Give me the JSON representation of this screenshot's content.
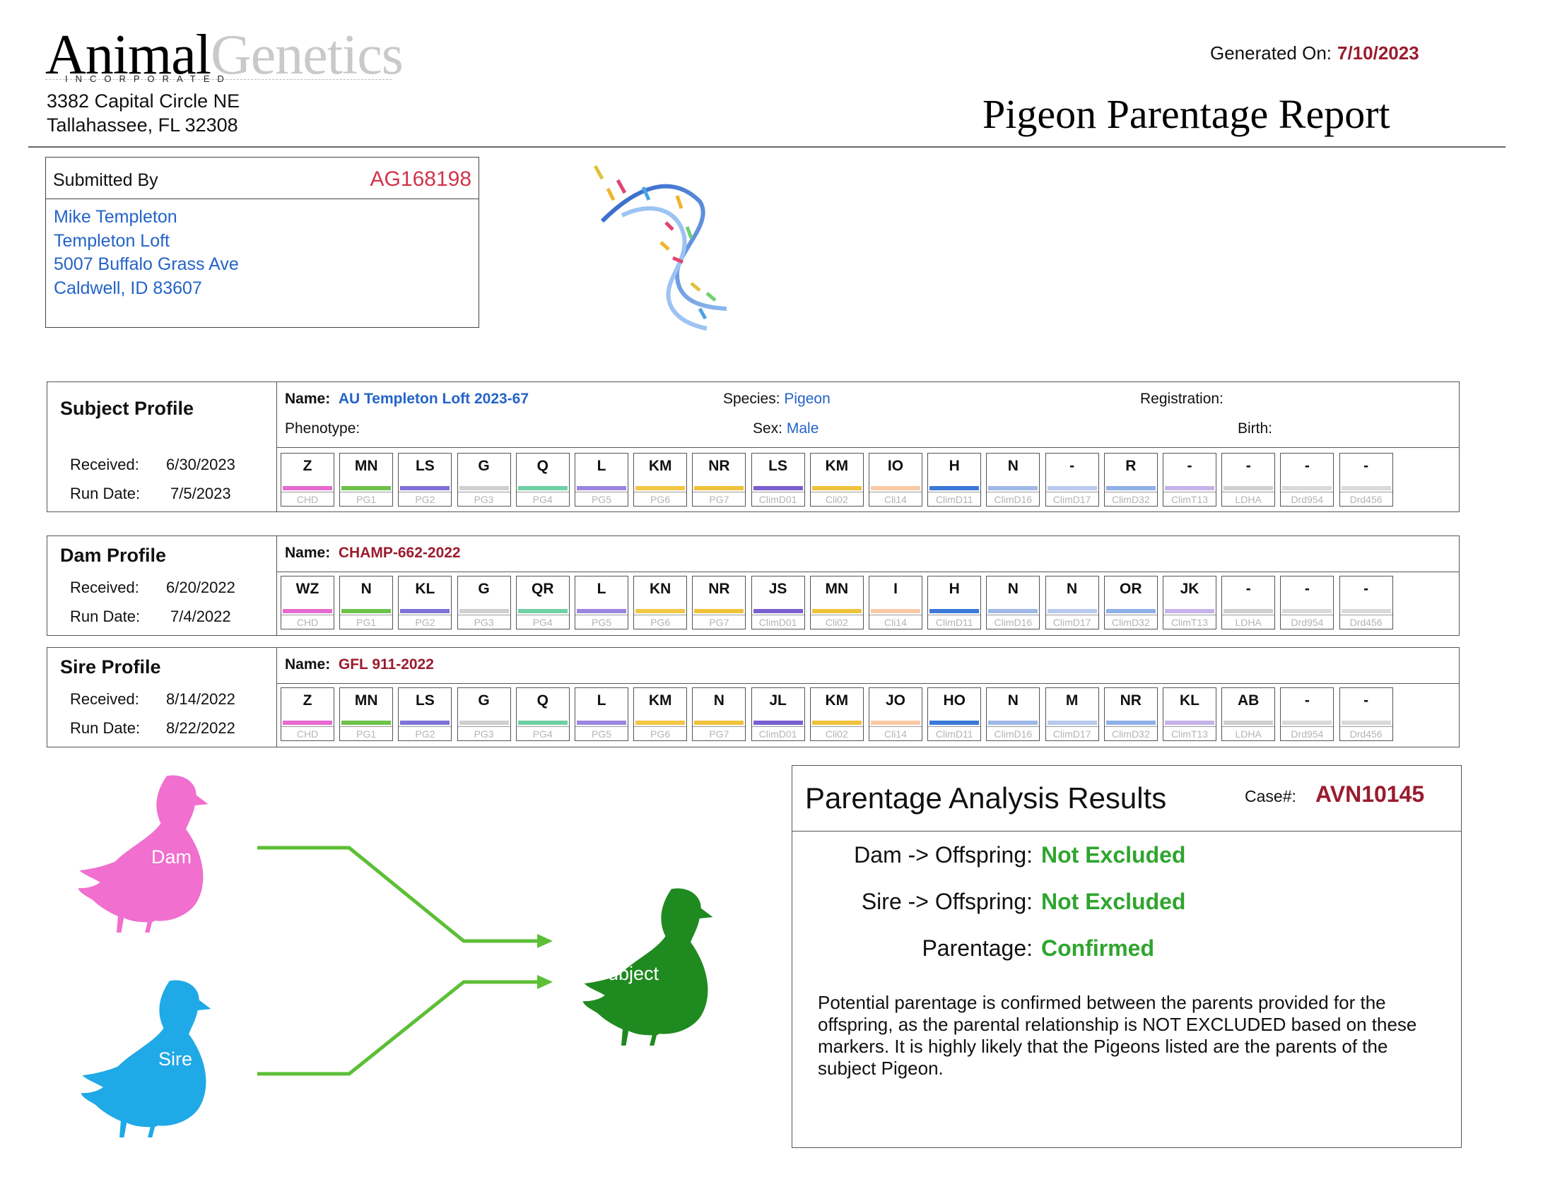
{
  "header": {
    "logo_main": "Animal",
    "logo_accent": "Genetics",
    "logo_sub": "INCORPORATED",
    "address_line1": "3382 Capital Circle NE",
    "address_line2": "Tallahassee, FL 32308",
    "generated_label": "Generated On:",
    "generated_date": "7/10/2023",
    "report_title": "Pigeon Parentage Report"
  },
  "submitted": {
    "label": "Submitted By",
    "id": "AG168198",
    "lines": [
      "Mike Templeton",
      "Templeton Loft",
      "5007 Buffalo Grass Ave",
      "Caldwell,  ID 83607"
    ]
  },
  "loci": [
    "CHD",
    "PG1",
    "PG2",
    "PG3",
    "PG4",
    "PG5",
    "PG6",
    "PG7",
    "ClimD01",
    "Cli02",
    "Cli14",
    "ClimD11",
    "ClimD16",
    "ClimD17",
    "ClimD32",
    "ClimT13",
    "LDHA",
    "Drd954",
    "Drd456"
  ],
  "subject": {
    "title": "Subject Profile",
    "name_label": "Name:",
    "name": "AU Templeton Loft 2023-67",
    "species_label": "Species:",
    "species": "Pigeon",
    "registration_label": "Registration:",
    "phenotype_label": "Phenotype:",
    "sex_label": "Sex:",
    "sex": "Male",
    "birth_label": "Birth:",
    "received_label": "Received:",
    "received": "6/30/2023",
    "run_label": "Run Date:",
    "run": "7/5/2023",
    "alleles": [
      "Z",
      "MN",
      "LS",
      "G",
      "Q",
      "L",
      "KM",
      "NR",
      "LS",
      "KM",
      "IO",
      "H",
      "N",
      "-",
      "R",
      "-",
      "-",
      "-",
      "-"
    ]
  },
  "dam": {
    "title": "Dam Profile",
    "name_label": "Name:",
    "name": "CHAMP-662-2022",
    "received_label": "Received:",
    "received": "6/20/2022",
    "run_label": "Run Date:",
    "run": "7/4/2022",
    "alleles": [
      "WZ",
      "N",
      "KL",
      "G",
      "QR",
      "L",
      "KN",
      "NR",
      "JS",
      "MN",
      "I",
      "H",
      "N",
      "N",
      "OR",
      "JK",
      "-",
      "-",
      "-"
    ]
  },
  "sire": {
    "title": "Sire Profile",
    "name_label": "Name:",
    "name": "GFL 911-2022",
    "received_label": "Received:",
    "received": "8/14/2022",
    "run_label": "Run Date:",
    "run": "8/22/2022",
    "alleles": [
      "Z",
      "MN",
      "LS",
      "G",
      "Q",
      "L",
      "KM",
      "N",
      "JL",
      "KM",
      "JO",
      "HO",
      "N",
      "M",
      "NR",
      "KL",
      "AB",
      "-",
      "-"
    ]
  },
  "locus_colors": [
    "#e66ad0",
    "#6cc24a",
    "#7f72d8",
    "#cfcfcf",
    "#6fd0a4",
    "#9a86e0",
    "#f2c744",
    "#f0c23b",
    "#7a5fd0",
    "#f0c23b",
    "#f9c9a6",
    "#3b78d8",
    "#9fb8e6",
    "#b9c8ee",
    "#8fb0e8",
    "#c5b3ea",
    "#cfcfcf",
    "#d9d9d9",
    "#d9d9d9"
  ],
  "diagram": {
    "dam_label": "Dam",
    "sire_label": "Sire",
    "subject_label": "Subject",
    "dam_color": "#f06fcf",
    "sire_color": "#1fa9e6",
    "subject_color": "#1f8a1f",
    "arrow_color": "#5cbf35"
  },
  "results": {
    "title": "Parentage Analysis Results",
    "case_label": "Case#:",
    "case_number": "AVN10145",
    "rows": [
      {
        "label": "Dam -> Offspring:",
        "value": "Not Excluded"
      },
      {
        "label": "Sire -> Offspring:",
        "value": "Not Excluded"
      },
      {
        "label": "Parentage:",
        "value": "Confirmed"
      }
    ],
    "description": "Potential parentage is confirmed between the parents provided for the offspring, as the parental relationship is NOT EXCLUDED based on these markers.  It is highly likely that the Pigeons listed are the parents of the subject Pigeon."
  }
}
